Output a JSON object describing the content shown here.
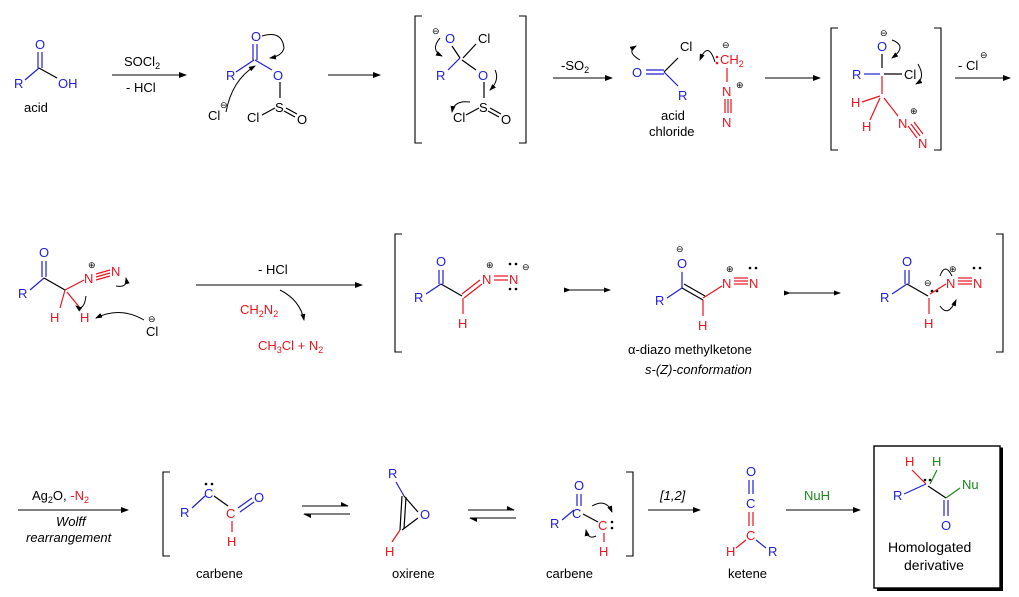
{
  "labels": {
    "acid": "acid",
    "acid_chloride_1": "acid",
    "acid_chloride_2": "chloride",
    "alpha_diazo": "α-diazo methylketone",
    "conformation": "s-(Z)-conformation",
    "carbene_1": "carbene",
    "oxirene": "oxirene",
    "carbene_2": "carbene",
    "ketene": "ketene",
    "homologated_1": "Homologated",
    "homologated_2": "derivative"
  },
  "reagents": {
    "socl2": "SOCl",
    "socl2_sub": "2",
    "minus_hcl": "- HCl",
    "minus_so2": "-SO",
    "so2_sub": "2",
    "minus_cl": "- Cl",
    "minus_hcl_2": "- HCl",
    "ch2n2": "CH",
    "ch2n2_sub": "2",
    "ch2n2_n": "N",
    "ch2n2_sub2": "2",
    "ch3cl": "CH",
    "ch3cl_sub": "3",
    "ch3cl_rest": "Cl + N",
    "ch3cl_sub2": "2",
    "ag2o": "Ag",
    "ag2o_sub": "2",
    "ag2o_rest": "O, ",
    "minus_n2": "-N",
    "minus_n2_sub": "2",
    "wolff_1": "Wolff",
    "wolff_2": "rearrangement",
    "shift": "[1,2]",
    "nuh": "NuH"
  },
  "atoms": {
    "R": "R",
    "O": "O",
    "OH": "OH",
    "Cl": "Cl",
    "S": "S",
    "C": "C",
    "H": "H",
    "N": "N",
    "Nu": "Nu",
    "CH2": "CH",
    "CH2_sub": "2",
    "plus": "⊕",
    "minus": "⊖"
  }
}
